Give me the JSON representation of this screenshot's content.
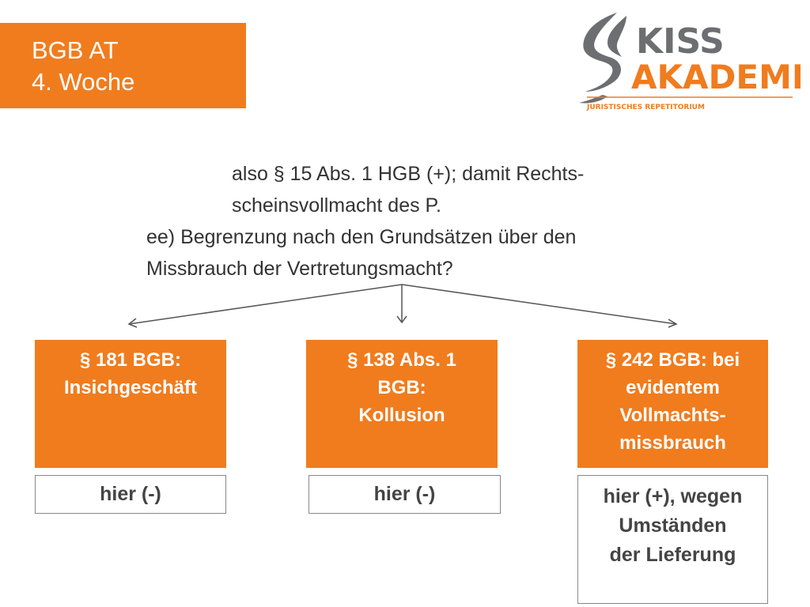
{
  "header": {
    "title_line1": "BGB AT",
    "title_line2": "4. Woche"
  },
  "logo": {
    "text_top": "KISS",
    "text_bottom": "AKADEMIE",
    "tagline": "JURISTISCHES REPETITORIUM",
    "colors": {
      "orange": "#f07c1e",
      "gray": "#6d6e71"
    }
  },
  "content": {
    "line1": "also § 15 Abs. 1 HGB (+); damit Rechts-",
    "line2": "scheinsvollmacht des P.",
    "line3": "ee) Begrenzung nach den Grundsätzen über den",
    "line4": "Missbrauch der Vertretungsmacht?"
  },
  "boxes": [
    {
      "heading": "§ 181 BGB:\nInsichgeschäft",
      "result": "hier (-)"
    },
    {
      "heading": "§ 138 Abs. 1\nBGB:\nKollusion",
      "result": "hier (-)"
    },
    {
      "heading": "§ 242 BGB: bei\nevidentem\nVollmachts-\nmissbrauch",
      "result": "hier (+), wegen\nUmständen\nder Lieferung"
    }
  ],
  "colors": {
    "accent": "#f07c1e",
    "text": "#333333",
    "border": "#888888"
  }
}
